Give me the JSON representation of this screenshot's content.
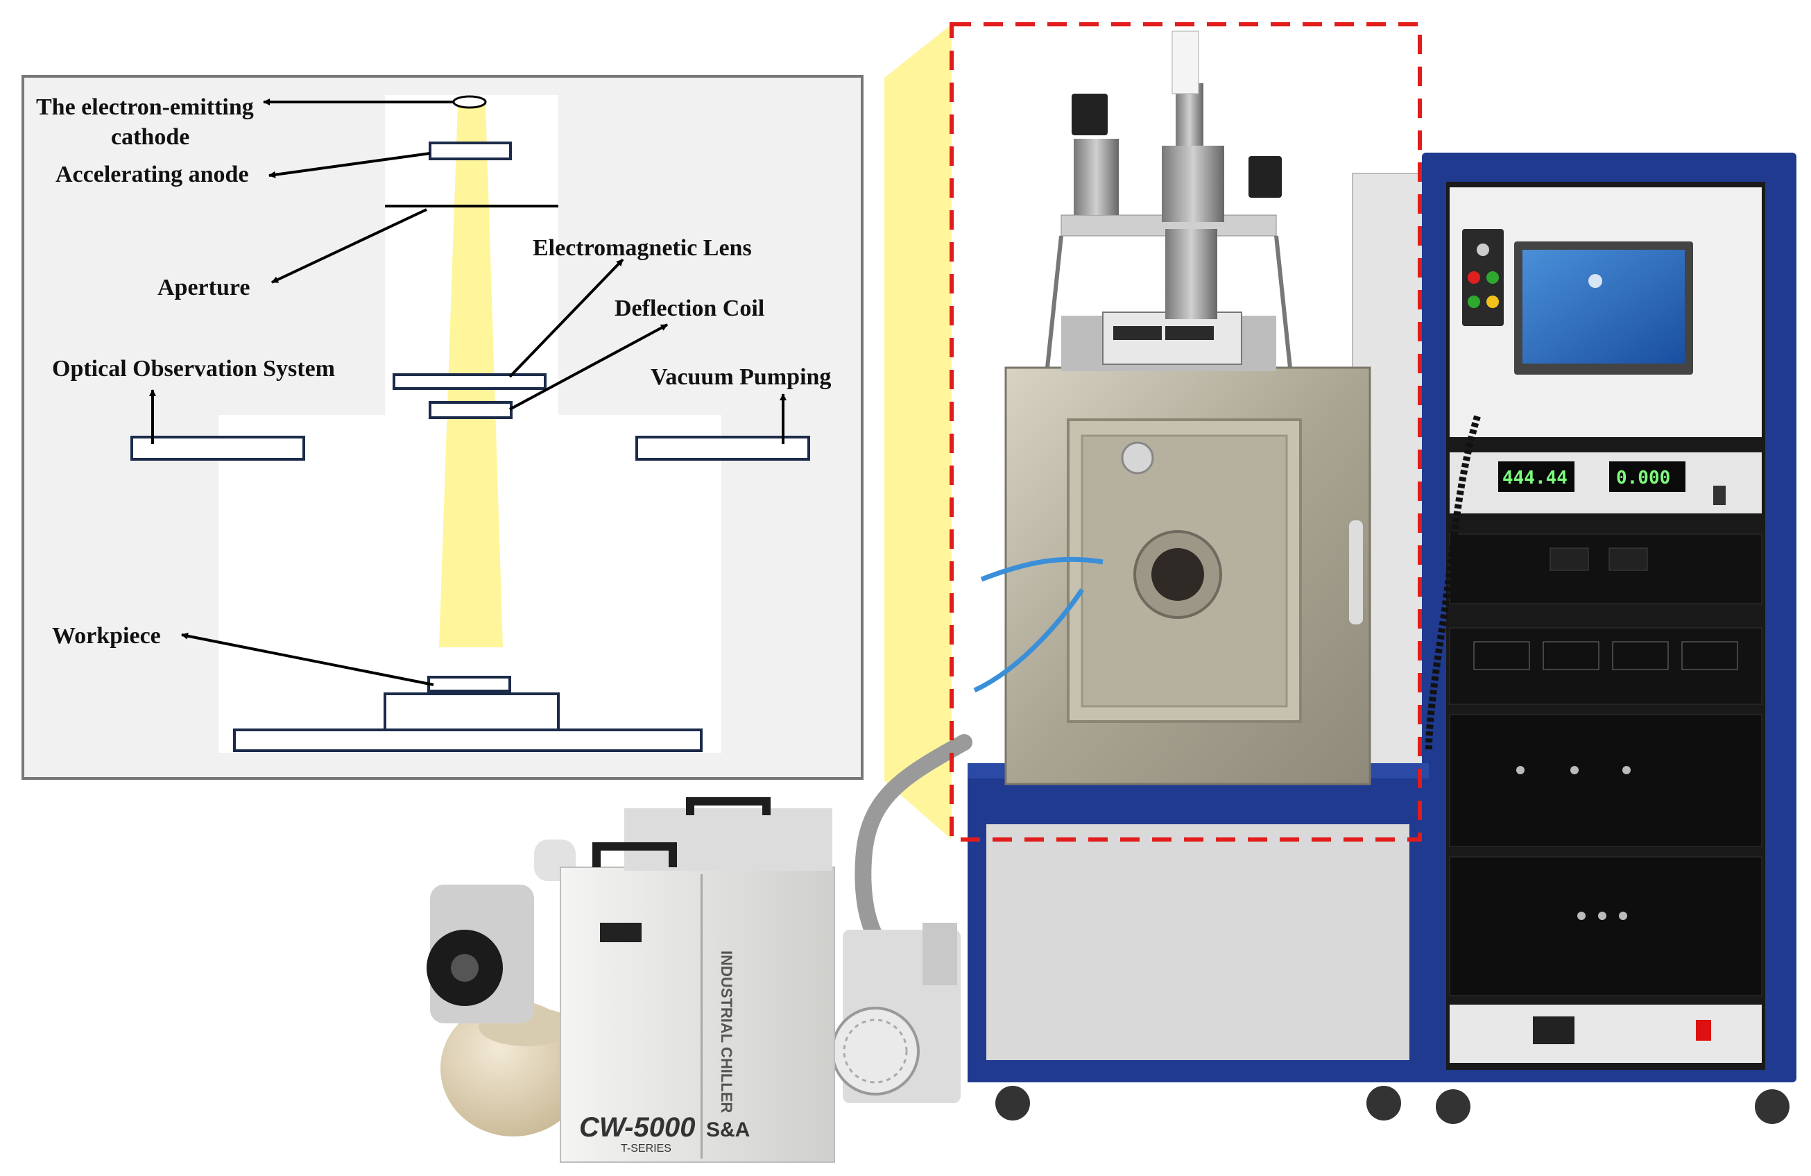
{
  "schematic": {
    "labels": {
      "cathode_line1": "The electron-emitting",
      "cathode_line2": "cathode",
      "anode": "Accelerating anode",
      "aperture": "Aperture",
      "lens": "Electromagnetic Lens",
      "deflection": "Deflection Coil",
      "optical": "Optical Observation System",
      "vacuum": "Vacuum Pumping",
      "workpiece": "Workpiece"
    }
  },
  "equipment": {
    "chiller_model": "CW-5000",
    "chiller_series": "T-SERIES",
    "chiller_side_text": "INDUSTRIAL CHILLER",
    "chiller_brand": "S&A",
    "display_left": "444.44",
    "display_right": "0.000"
  },
  "colors": {
    "beam": "#fff59a",
    "highlight_box": "#e21b1b",
    "rack_frame": "#1f3a8f",
    "chamber": "#b9b3a3",
    "chiller": "#e9e9e7"
  }
}
